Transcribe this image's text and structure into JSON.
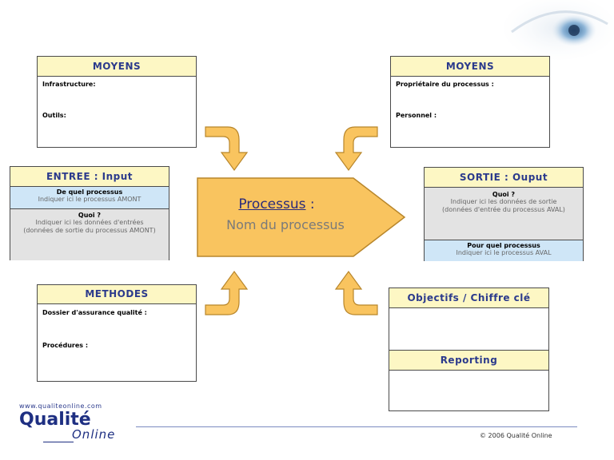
{
  "moyens_left": {
    "title": "MOYENS",
    "infrastructure_label": "Infrastructure:",
    "outils_label": "Outils:"
  },
  "moyens_right": {
    "title": "MOYENS",
    "proprietaire_label": "Propriétaire du processus :",
    "personnel_label": "Personnel :"
  },
  "entree": {
    "title": "ENTREE : Input",
    "q1_title": "De quel processus",
    "q1_text": "Indiquer ici le processus AMONT",
    "q2_title": "Quoi ?",
    "q2_text_1": "Indiquer ici les données d'entrées",
    "q2_text_2": "(données de sortie du processus AMONT)"
  },
  "sortie": {
    "title": "SORTIE : Ouput",
    "q1_title": "Quoi ?",
    "q1_text_1": "Indiquer ici les données de sortie",
    "q1_text_2": "(données d'entrée du processus AVAL)",
    "q2_title": "Pour quel processus",
    "q2_text": "Indiquer ici le processus AVAL"
  },
  "processus": {
    "label": "Processus",
    "colon": " :",
    "name": "Nom du processus"
  },
  "methodes": {
    "title": "METHODES",
    "dossier_label": "Dossier d'assurance qualité :",
    "procedures_label": "Procédures :"
  },
  "objectifs": {
    "title": "Objectifs / Chiffre clé"
  },
  "reporting": {
    "title": "Reporting"
  },
  "logo": {
    "url_text": "www.qualiteonline.com",
    "word1": "Qualité",
    "word2": "Online"
  },
  "footer": {
    "copyright": "© 2006 Qualité Online"
  },
  "colors": {
    "arrow_fill": "#f9c45f",
    "arrow_stroke": "#b8862b",
    "header_fill": "#fdf7c4",
    "header_text": "#2b3a8c",
    "blue_cell": "#cfe6f7",
    "grey_cell": "#e3e3e3"
  }
}
